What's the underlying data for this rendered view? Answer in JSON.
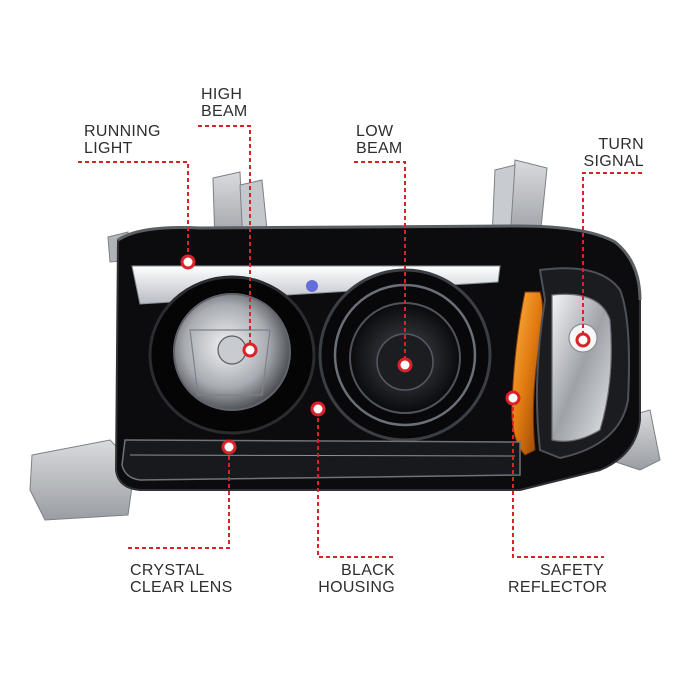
{
  "callouts": {
    "running_light": {
      "line1": "RUNNING",
      "line2": "LIGHT"
    },
    "high_beam": {
      "line1": "HIGH",
      "line2": "BEAM"
    },
    "low_beam": {
      "line1": "LOW",
      "line2": "BEAM"
    },
    "turn_signal": {
      "line1": "TURN",
      "line2": "SIGNAL"
    },
    "crystal_clear_lens": {
      "line1": "CRYSTAL",
      "line2": "CLEAR LENS"
    },
    "black_housing": {
      "line1": "BLACK",
      "line2": "HOUSING"
    },
    "safety_reflector": {
      "line1": "SAFETY",
      "line2": "REFLECTOR"
    }
  },
  "colors": {
    "callout_red": "#d8232a",
    "housing_black": "#0c0c0e",
    "bracket_silver": "#b9bcc0",
    "amber": "#e07a10"
  }
}
